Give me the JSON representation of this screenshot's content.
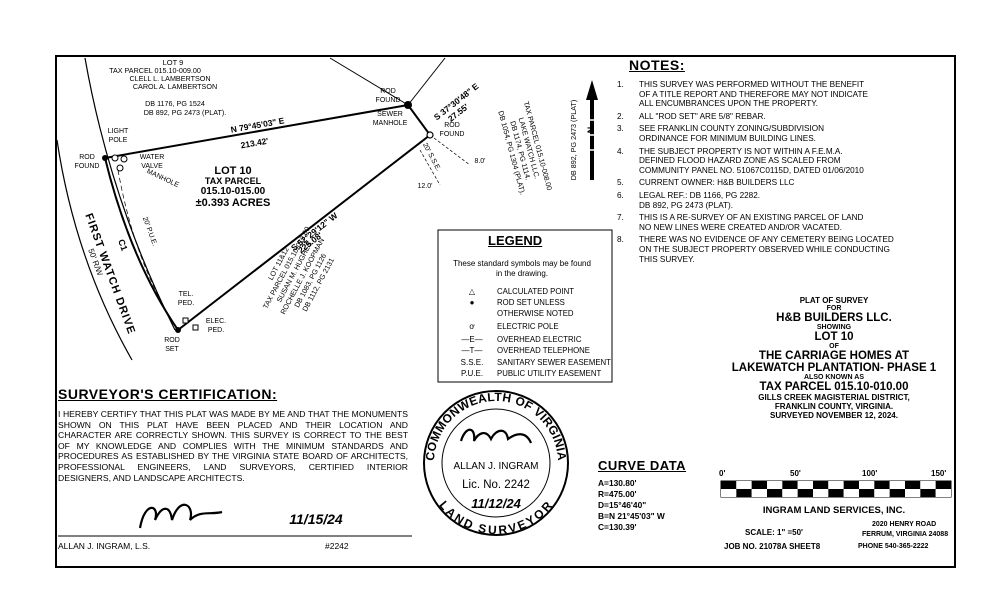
{
  "plat": {
    "lot9": {
      "label": "LOT 9",
      "lines": [
        "TAX PARCEL 015.10-009.00",
        "CLELL L. LAMBERTSON",
        "CAROL A. LAMBERTSON",
        "DB 1176, PG 1524",
        "DB 892, PG 2473 (PLAT)."
      ]
    },
    "lot10": {
      "lines": [
        "LOT 10",
        "TAX PARCEL",
        "015.10-015.00",
        "±0.393 ACRES"
      ]
    },
    "lot11": {
      "lines": [
        "LOT 11&12",
        "TAX PARCEL 015.10-012.00",
        "SUSAN M. HUGHES",
        "ROCHELLE J. KOOPMAN",
        "DB 1083, PG 1126",
        "DB 1112, PG 2131"
      ]
    },
    "lakewatch": {
      "lines": [
        "TAX PARCEL 015.10-008.00",
        "LAKE WATCH LLC.",
        "DB 1174, PG 1114.",
        "DB 1054, PG 1304 (PLAT)."
      ]
    },
    "db_plat": "DB 892, PG 2473 (PLAT)",
    "north_arrow": "N",
    "bearings": {
      "north_line": "N 79°45'03\" E",
      "north_dist": "213.42'",
      "south_line": "S 52°29'12\" W",
      "south_dist": "225.08'",
      "east_line": "S 37°30'48\" E",
      "east_dist": "27.55'"
    },
    "labels": {
      "rod_found_left": [
        "ROD",
        "FOUND"
      ],
      "rod_found_top": [
        "ROD",
        "FOUND"
      ],
      "rod_found_right": [
        "ROD",
        "FOUND"
      ],
      "light_pole": [
        "LIGHT",
        "POLE"
      ],
      "water_valve": [
        "WATER",
        "VALVE"
      ],
      "manhole": "MANHOLE",
      "sewer_manhole": [
        "SEWER",
        "MANHOLE"
      ],
      "pue": "20' P.U.E.",
      "sse": "20' S.S.E.",
      "dim_8": "8.0'",
      "dim_12": "12.0'",
      "c1": "C1",
      "first_watch": "FIRST WATCH DRIVE",
      "row": "50' R/W",
      "tel_ped": [
        "TEL.",
        "PED."
      ],
      "elec_ped": [
        "ELEC.",
        "PED."
      ],
      "rod_set": [
        "ROD",
        "SET"
      ]
    }
  },
  "notes": {
    "title": "NOTES:",
    "items": [
      {
        "n": "1.",
        "text": "THIS SURVEY WAS PERFORMED WITHOUT THE BENEFIT\nOF A TITLE REPORT AND THEREFORE MAY NOT INDICATE\nALL ENCUMBRANCES UPON THE PROPERTY."
      },
      {
        "n": "2.",
        "text": "ALL \"ROD SET\" ARE 5/8\" REBAR."
      },
      {
        "n": "3.",
        "text": "SEE FRANKLIN COUNTY ZONING/SUBDIVISION\nORDINANCE FOR MINIMUM BUILDING LINES."
      },
      {
        "n": "4.",
        "text": "THE SUBJECT PROPERTY IS NOT WITHIN A F.E.M.A.\nDEFINED FLOOD HAZARD ZONE AS SCALED FROM\nCOMMUNITY PANEL NO. 51067C0115D, DATED 01/06/2010"
      },
      {
        "n": "5.",
        "text": "CURRENT OWNER:  H&B BUILDERS LLC"
      },
      {
        "n": "6.",
        "text": "LEGAL REF.:           DB 1166, PG 2282.\n                             DB 892, PG 2473 (PLAT)."
      },
      {
        "n": "7.",
        "text": "THIS IS A RE-SURVEY OF AN EXISTING PARCEL OF LAND\nNO NEW LINES WERE CREATED AND/OR VACATED."
      },
      {
        "n": "8.",
        "text": "THERE WAS NO EVIDENCE OF ANY CEMETERY BEING LOCATED\nON THE SUBJECT PROPERTY OBSERVED WHILE CONDUCTING\nTHIS SURVEY."
      }
    ]
  },
  "legend": {
    "title": "LEGEND",
    "subtitle": "These standard symbols may be found in the drawing.",
    "items": [
      {
        "sym": "△",
        "label": "CALCULATED POINT"
      },
      {
        "sym": "●",
        "label": "ROD SET UNLESS"
      },
      {
        "sym": "",
        "label": "OTHERWISE NOTED"
      },
      {
        "sym": "ơ",
        "label": "ELECTRIC POLE"
      },
      {
        "sym": "—E—",
        "label": "OVERHEAD ELECTRIC"
      },
      {
        "sym": "—T—",
        "label": "OVERHEAD TELEPHONE"
      },
      {
        "sym": "S.S.E.",
        "label": "SANITARY SEWER EASEMENT"
      },
      {
        "sym": "P.U.E.",
        "label": "PUBLIC UTILITY EASEMENT"
      }
    ]
  },
  "certification": {
    "title": "SURVEYOR'S CERTIFICATION:",
    "text": "I HEREBY CERTIFY THAT THIS PLAT WAS MADE BY ME AND THAT THE MONUMENTS SHOWN ON THIS PLAT HAVE BEEN PLACED AND THEIR LOCATION AND CHARACTER ARE CORRECTLY SHOWN. THIS SURVEY IS CORRECT TO THE BEST OF MY KNOWLEDGE AND COMPLIES WITH THE MINIMUM STANDARDS AND PROCEDURES AS ESTABLISHED BY THE VIRGINIA STATE BOARD OF ARCHITECTS, PROFESSIONAL ENGINEERS, LAND SURVEYORS, CERTIFIED INTERIOR DESIGNERS, AND LANDSCAPE ARCHITECTS.",
    "name": "ALLAN J. INGRAM, L.S.",
    "number": "#2242",
    "date_handwritten": "11/15/24"
  },
  "seal": {
    "top": "COMMONWEALTH OF VIRGINIA",
    "bottom": "LAND SURVEYOR",
    "name": "ALLAN J. INGRAM",
    "lic": "Lic. No. 2242",
    "date": "11/12/24"
  },
  "curve": {
    "title": "CURVE DATA",
    "rows": [
      "A=130.80'",
      "R=475.00'",
      "D=15°46'40\"",
      "B=N 21°45'03\" W",
      "C=130.39'"
    ]
  },
  "title_block": {
    "l1": "PLAT OF SURVEY",
    "l2": "FOR",
    "l3": "H&B BUILDERS LLC.",
    "l4": "SHOWING",
    "l5": "LOT 10",
    "l6": "OF",
    "l7": "THE CARRIAGE HOMES AT",
    "l8": "LAKEWATCH PLANTATION- PHASE 1",
    "l9": "ALSO KNOWN AS",
    "l10": "TAX PARCEL 015.10-010.00",
    "l11": "GILLS CREEK MAGISTERIAL DISTRICT,",
    "l12": "FRANKLIN COUNTY, VIRGINIA.",
    "l13": "SURVEYED NOVEMBER 12, 2024."
  },
  "scale_bar": {
    "ticks": [
      "0'",
      "50'",
      "100'",
      "150'"
    ]
  },
  "company": {
    "name": "INGRAM LAND SERVICES, INC.",
    "scale": "SCALE:  1\" =50'",
    "job": "JOB NO. 21078A SHEET8",
    "address1": "2020 HENRY ROAD",
    "address2": "FERRUM, VIRGINIA 24088",
    "phone": "PHONE 540-365-2222"
  }
}
